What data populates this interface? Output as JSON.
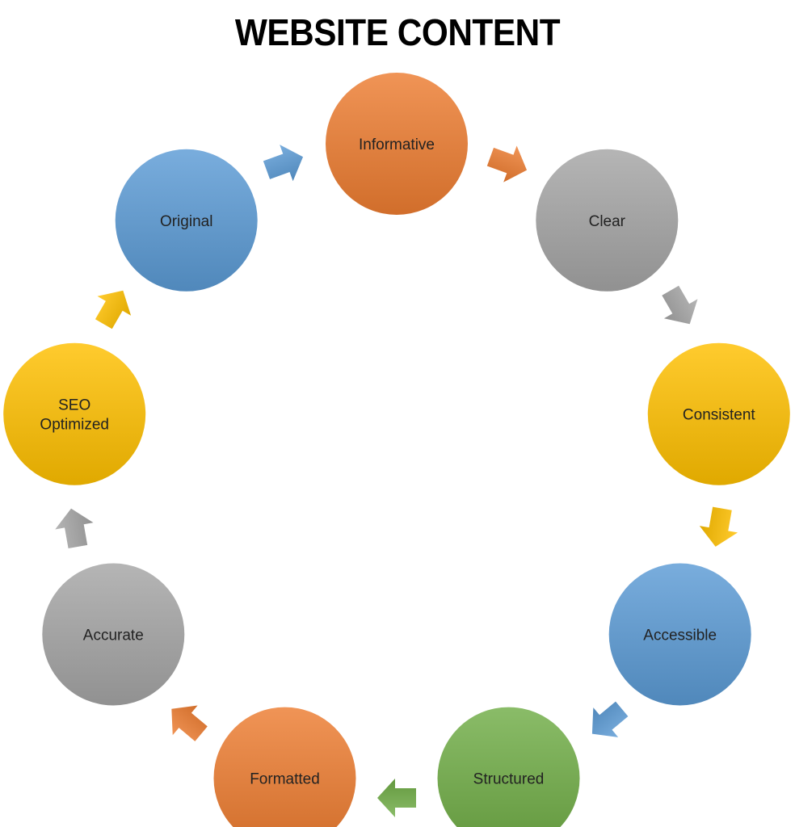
{
  "title": "WEBSITE CONTENT",
  "colors": {
    "orange": "#ED7D31",
    "gray": "#A5A5A5",
    "yellow": "#FFC000",
    "blue": "#5B9BD5",
    "green": "#70AD47"
  },
  "nodes": [
    {
      "id": "informative",
      "lines": [
        "Informative"
      ],
      "color": "orange"
    },
    {
      "id": "clear",
      "lines": [
        "Clear"
      ],
      "color": "gray"
    },
    {
      "id": "consistent",
      "lines": [
        "Consistent"
      ],
      "color": "yellow"
    },
    {
      "id": "accessible",
      "lines": [
        "Accessible"
      ],
      "color": "blue"
    },
    {
      "id": "structured",
      "lines": [
        "Structured"
      ],
      "color": "green"
    },
    {
      "id": "formatted",
      "lines": [
        "Formatted"
      ],
      "color": "orange"
    },
    {
      "id": "accurate",
      "lines": [
        "Accurate"
      ],
      "color": "gray"
    },
    {
      "id": "seo-optimized",
      "lines": [
        "SEO",
        "Optimized"
      ],
      "color": "yellow"
    },
    {
      "id": "original",
      "lines": [
        "Original"
      ],
      "color": "blue"
    }
  ]
}
